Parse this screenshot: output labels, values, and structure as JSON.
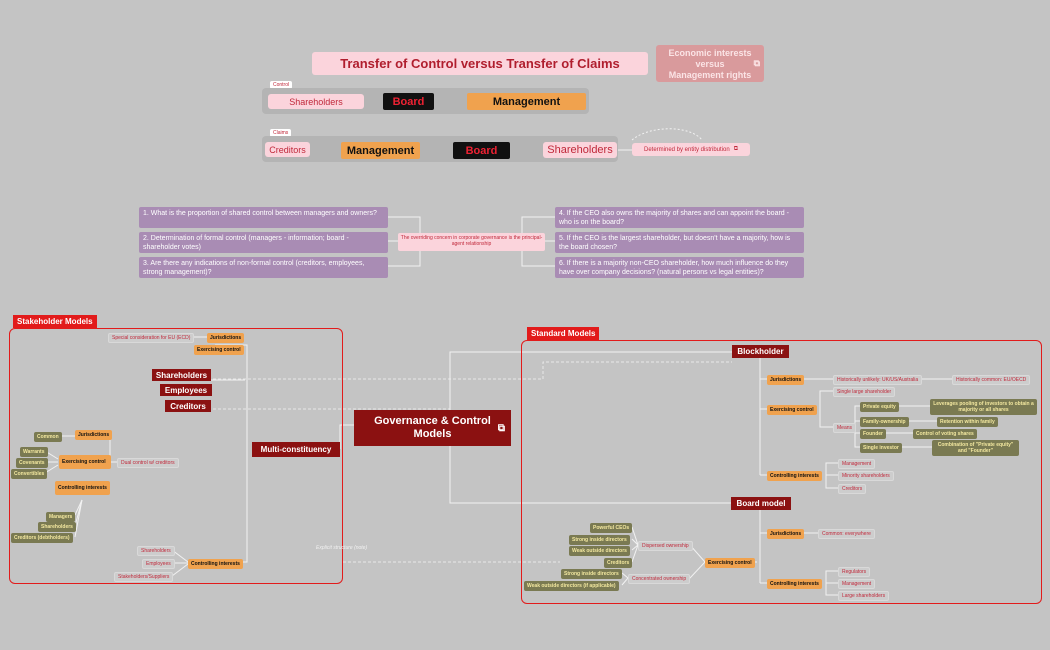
{
  "header": {
    "title": "Transfer of Control versus Transfer of Claims",
    "economic_note": [
      "Economic interests",
      "versus",
      "Management rights"
    ]
  },
  "control_row": {
    "tag": "Control",
    "items": [
      "Shareholders",
      "Board",
      "Management"
    ]
  },
  "claims_row": {
    "tag": "Claims",
    "items": [
      "Creditors",
      "Management",
      "Board",
      "Shareholders"
    ],
    "note": "Determined by entity distribution"
  },
  "questions": {
    "left": [
      "1. What is the proportion of shared control between managers and owners?",
      "2. Determination of formal control (managers - information; board - shareholder votes)",
      "3. Are there any indications of non-formal control (creditors, employees, strong management)?"
    ],
    "center": "The overriding concern in corporate governance is the principal-agent relationship",
    "right": [
      "4. If the CEO also owns the majority of shares and can appoint the board - who is on the board?",
      "5. If the CEO is the largest shareholder, but doesn't have a majority, how is the board chosen?",
      "6. If there is a majority non-CEO shareholder, how much influence do they have over company decisions? (natural persons vs legal entities)?"
    ]
  },
  "center_node": {
    "label": [
      "Governance & Control",
      "Models"
    ]
  },
  "stakeholder": {
    "section_label": "Stakeholder Models",
    "main_node": "Multi-constituency",
    "parties": [
      "Shareholders",
      "Employees",
      "Creditors"
    ],
    "special": "Special consideration for EU (ECD)",
    "jurisdictions": "Jurisdictions",
    "exercising_control": "Exercising control",
    "left_jurisdictions": "Jurisdictions",
    "left_items": [
      "Common",
      "Warrants",
      "Covenants",
      "Convertibles"
    ],
    "left_exercising": "Exercising control",
    "dual_control": "Dual control w/ creditors",
    "controlling_interests": "Controlling interests",
    "ci_items": [
      "Managers",
      "Shareholders",
      "Creditors (debtholders)"
    ],
    "bottom_ci": "Controlling interests",
    "bottom_items": [
      "Shareholders",
      "Employees",
      "Stakeholders/Suppliers"
    ],
    "dashed_label": "Explicit structure (note)"
  },
  "standard": {
    "section_label": "Standard Models",
    "blockholder": {
      "label": "Blockholder",
      "jurisdictions": "Jurisdictions",
      "jur_items": [
        "Historically unlikely: UK/US/Australia",
        "Historically common: EU/OECD"
      ],
      "exercising": "Exercising control",
      "single_large": "Single large shareholder",
      "means": "Means",
      "means_items": [
        "Private equity",
        "Family-ownership",
        "Founder",
        "Single investor"
      ],
      "means_notes": [
        "Leverages pooling of investors to obtain a majority or all shares",
        "Retention within family",
        "Control of voting shares",
        "Combination of \"Private equity\" and \"Founder\""
      ],
      "controlling": "Controlling interests",
      "ci_items": [
        "Management",
        "Minority shareholders",
        "Creditors"
      ]
    },
    "board_model": {
      "label": "Board model",
      "jurisdictions": "Jurisdictions",
      "jur_item": "Common: everywhere",
      "exercising": "Exercising control",
      "dispersed": "Dispersed ownership",
      "dispersed_items": [
        "Powerful CEOs",
        "Strong inside directors",
        "Weak outside directors",
        "Creditors"
      ],
      "concentrated": "Concentrated ownership",
      "concentrated_items": [
        "Strong inside directors",
        "Weak outside directors (if applicable)"
      ],
      "controlling": "Controlling interests",
      "ci_items": [
        "Regulators",
        "Management",
        "Large shareholders"
      ]
    }
  }
}
